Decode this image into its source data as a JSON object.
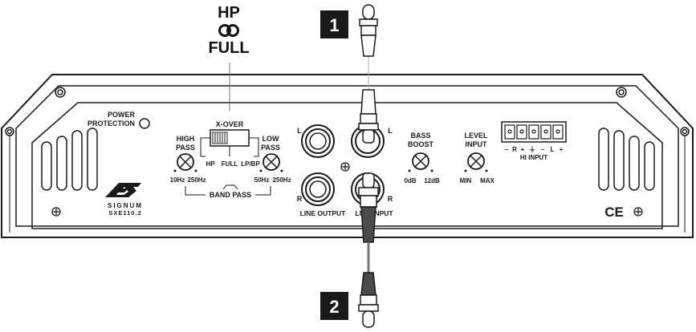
{
  "mode_callout": {
    "line1": "HP",
    "line2": "FULL"
  },
  "steps": {
    "one": "1",
    "two": "2"
  },
  "amp": {
    "power_protection": {
      "line1": "POWER",
      "line2": "PROTECTION"
    },
    "xover": {
      "title": "X-OVER",
      "positions": [
        "HP",
        "FULL",
        "LP/BP"
      ]
    },
    "high_pass": {
      "line1": "HIGH",
      "line2": "PASS",
      "min": "10Hz",
      "max": "250Hz"
    },
    "low_pass": {
      "line1": "LOW",
      "line2": "PASS",
      "min": "50Hz",
      "max": "250Hz"
    },
    "band_pass": "BAND PASS",
    "line_output": {
      "label": "LINE OUTPUT",
      "left": "L",
      "right": "R"
    },
    "line_input": {
      "label": "LINE INPUT",
      "left": "L",
      "right": "R"
    },
    "bass_boost": {
      "line1": "BASS",
      "line2": "BOOST",
      "min": "0dB",
      "max": "12dB"
    },
    "level_input": {
      "line1": "LEVEL",
      "line2": "INPUT",
      "min": "MIN",
      "max": "MAX"
    },
    "hi_input": {
      "label": "HI INPUT",
      "pins": [
        "−",
        "R",
        "+",
        "⏚",
        "−",
        "L",
        "+"
      ]
    },
    "brand": {
      "logo": "ESX",
      "line1": "SIGNUM",
      "line2": "SXE110.2"
    },
    "ce_mark": "CE"
  },
  "colors": {
    "outline": "#1a1a1a",
    "cable_dark": "#4a4a4a",
    "cable_light": "#ffffff",
    "badge": "#1a1a1a"
  }
}
